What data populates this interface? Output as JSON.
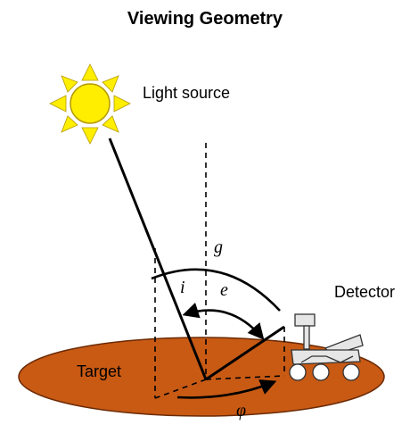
{
  "diagram": {
    "title": "Viewing Geometry",
    "labels": {
      "light_source": "Light source",
      "detector": "Detector",
      "target": "Target"
    },
    "angles": {
      "phase": "g",
      "incidence": "i",
      "emission": "e",
      "azimuth": "φ"
    },
    "colors": {
      "surface_fill": "#c85a14",
      "surface_edge": "#6b2a05",
      "sun_fill": "#ffee00",
      "sun_rays": "#ffee00",
      "sun_outline": "#b59a00",
      "rover_body": "#e6e6e6",
      "line": "#000000"
    },
    "icons": [
      "sun-icon",
      "rover-icon"
    ]
  }
}
